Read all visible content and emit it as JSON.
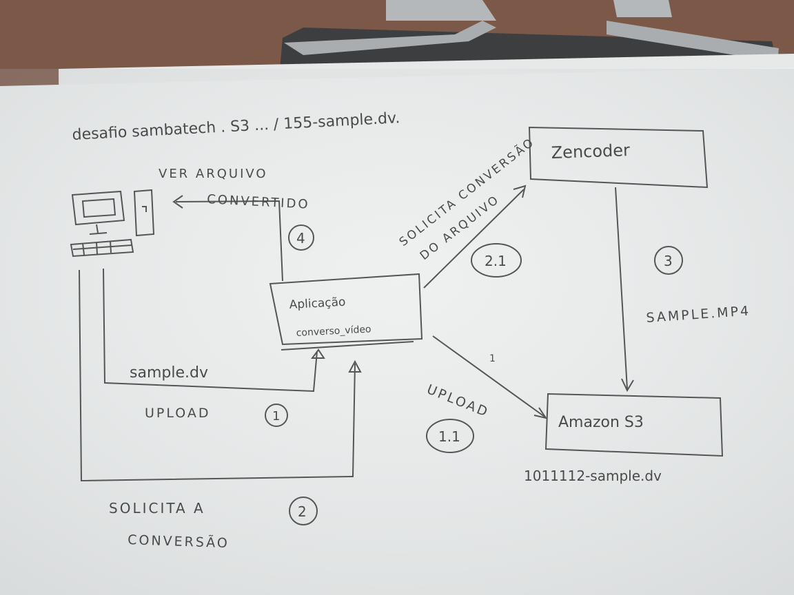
{
  "title_note": "desafio sambatech . S3 ... / 155-sample.dv.",
  "boxes": {
    "zencoder": "Zencoder",
    "app_line1": "Aplicação",
    "app_line2": "converso_vídeo",
    "s3": "Amazon S3"
  },
  "labels": {
    "ver_line1": "VER ARQUIVO",
    "ver_line2": "CONVERTIDO",
    "solicita_arquivo_line1": "SOLICITA CONVERSÃO",
    "solicita_arquivo_line2": "DO ARQUIVO",
    "sample_dv_left": "sample.dv",
    "upload_left": "UPLOAD",
    "upload_right": "UPLOAD",
    "solicita_conv_line1": "SOLICITA A",
    "solicita_conv_line2": "CONVERSÃO",
    "sample_mp4": "SAMPLE.MP4",
    "s3_file": "1011112-sample.dv"
  },
  "steps": {
    "s1": "1",
    "s2": "2",
    "s3": "3",
    "s4": "4",
    "s11": "1.1",
    "s21": "2.1",
    "tick": "1"
  },
  "colors": {
    "paper": "#eceeee",
    "pencil": "#4a4a4a",
    "background": "#7a5a48",
    "clip": "#3e3f41",
    "metal": "#b9bcbd"
  }
}
